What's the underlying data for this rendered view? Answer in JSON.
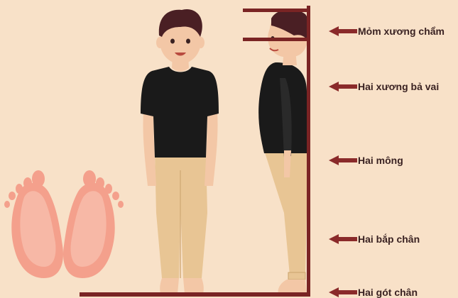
{
  "colors": {
    "background": "#f8e1c8",
    "frame": "#7a2424",
    "arrow": "#8a2a2a",
    "label_text": "#3a2222",
    "shirt": "#1a1a1a",
    "pants": "#e8c594",
    "skin": "#f3c7a6",
    "hair": "#4a1f24",
    "foot": "#f4a08c"
  },
  "icons": {
    "arrow": "left-arrow-icon",
    "footprints": "footprints-icon"
  },
  "checkpoints": [
    {
      "label": "Mỏm xương chẩm"
    },
    {
      "label": "Hai xương bả vai"
    },
    {
      "label": "Hai mông"
    },
    {
      "label": "Hai bắp chân"
    },
    {
      "label": "Hai gót chân"
    }
  ]
}
